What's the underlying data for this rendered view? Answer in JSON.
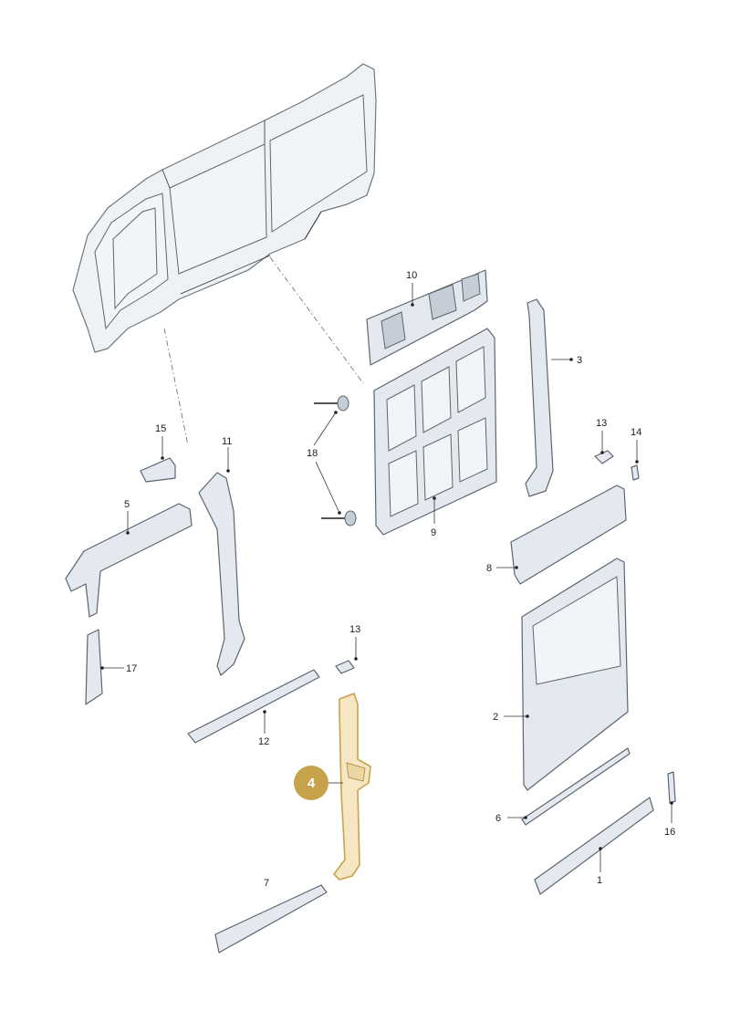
{
  "diagram": {
    "highlight": {
      "number": "4",
      "color": "#c6a34a"
    },
    "labels": [
      {
        "id": "1",
        "text": "1"
      },
      {
        "id": "2",
        "text": "2"
      },
      {
        "id": "3",
        "text": "3"
      },
      {
        "id": "5",
        "text": "5"
      },
      {
        "id": "6",
        "text": "6"
      },
      {
        "id": "7",
        "text": "7"
      },
      {
        "id": "8",
        "text": "8"
      },
      {
        "id": "9",
        "text": "9"
      },
      {
        "id": "10",
        "text": "10"
      },
      {
        "id": "11",
        "text": "11"
      },
      {
        "id": "12",
        "text": "12"
      },
      {
        "id": "13a",
        "text": "13"
      },
      {
        "id": "13b",
        "text": "13"
      },
      {
        "id": "14",
        "text": "14"
      },
      {
        "id": "15",
        "text": "15"
      },
      {
        "id": "16",
        "text": "16"
      },
      {
        "id": "17",
        "text": "17"
      },
      {
        "id": "18",
        "text": "18"
      }
    ],
    "colors": {
      "part_fill": "#e3e9ee",
      "outline": "#5c6670",
      "highlight_fill": "#f5e7c4",
      "highlight_stroke": "#c9a24a"
    }
  }
}
